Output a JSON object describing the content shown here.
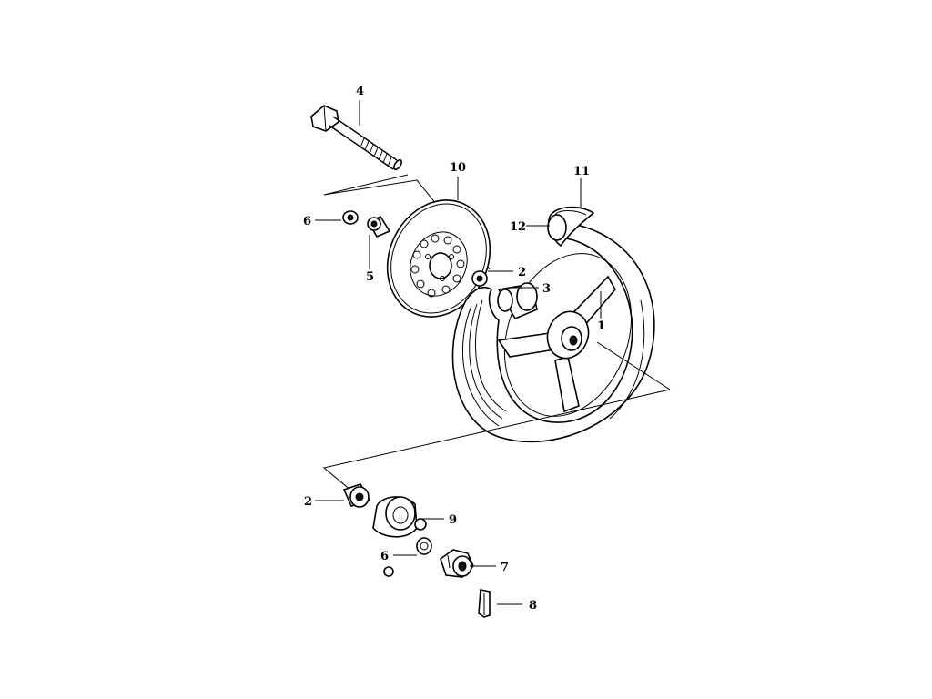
{
  "diagram": {
    "callouts": [
      {
        "id": "c-4-bolt",
        "text": "4"
      },
      {
        "id": "c-10-disc",
        "text": "10"
      },
      {
        "id": "c-11-tyre",
        "text": "11"
      },
      {
        "id": "c-12-tube",
        "text": "12"
      },
      {
        "id": "c-6-washer-top",
        "text": "6"
      },
      {
        "id": "c-5-spacer",
        "text": "5"
      },
      {
        "id": "c-2-bearing-top",
        "text": "2"
      },
      {
        "id": "c-3-sleeve",
        "text": "3"
      },
      {
        "id": "c-1-rim",
        "text": "1"
      },
      {
        "id": "c-2-bearing-bottom",
        "text": "2"
      },
      {
        "id": "c-9-gear-box",
        "text": "9"
      },
      {
        "id": "c-6-washer-bottom",
        "text": "6"
      },
      {
        "id": "c-7-nut",
        "text": "7"
      },
      {
        "id": "c-8-cotter-pin",
        "text": "8"
      }
    ]
  }
}
